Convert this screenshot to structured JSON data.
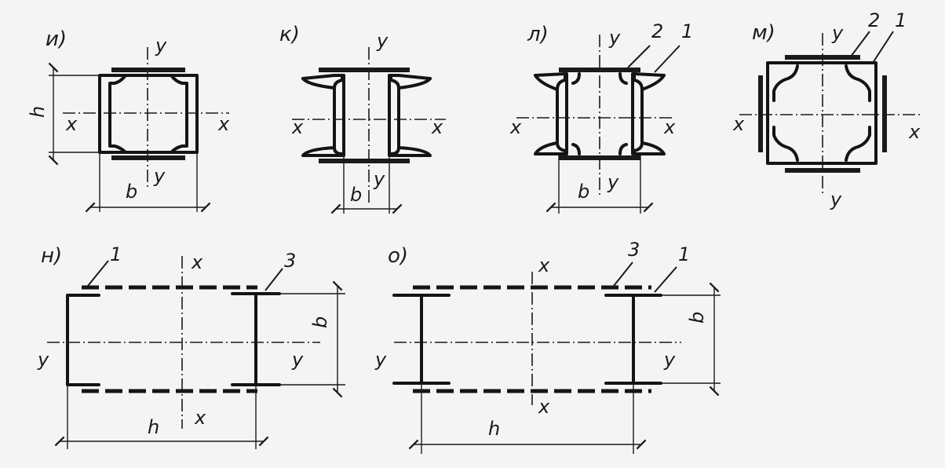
{
  "figures": {
    "i": {
      "label": "и)",
      "axis_x_left": "x",
      "axis_x_right": "x",
      "axis_y_top": "y",
      "axis_y_bottom": "y",
      "dim_h": "h",
      "dim_b": "b"
    },
    "k": {
      "label": "к)",
      "axis_x_left": "x",
      "axis_x_right": "x",
      "axis_y_top": "y",
      "axis_y_bottom": "y",
      "dim_b": "b"
    },
    "l": {
      "label": "л)",
      "axis_x_left": "x",
      "axis_x_right": "x",
      "axis_y_top": "y",
      "axis_y_bottom": "y",
      "dim_b": "b",
      "callout_2": "2",
      "callout_1": "1"
    },
    "m": {
      "label": "м)",
      "axis_x_left": "x",
      "axis_x_right": "x",
      "axis_y_top": "y",
      "axis_y_bottom": "y",
      "callout_2": "2",
      "callout_1": "1"
    },
    "n": {
      "label": "н)",
      "axis_x_top": "x",
      "axis_x_bottom": "x",
      "axis_y_left": "y",
      "axis_y_right": "y",
      "dim_b": "b",
      "dim_h": "h",
      "callout_1": "1",
      "callout_3": "3"
    },
    "o": {
      "label": "о)",
      "axis_x_top": "x",
      "axis_x_bottom": "x",
      "axis_y_left": "y",
      "axis_y_right": "y",
      "dim_b": "b",
      "dim_h": "h",
      "callout_3": "3",
      "callout_1": "1"
    }
  }
}
